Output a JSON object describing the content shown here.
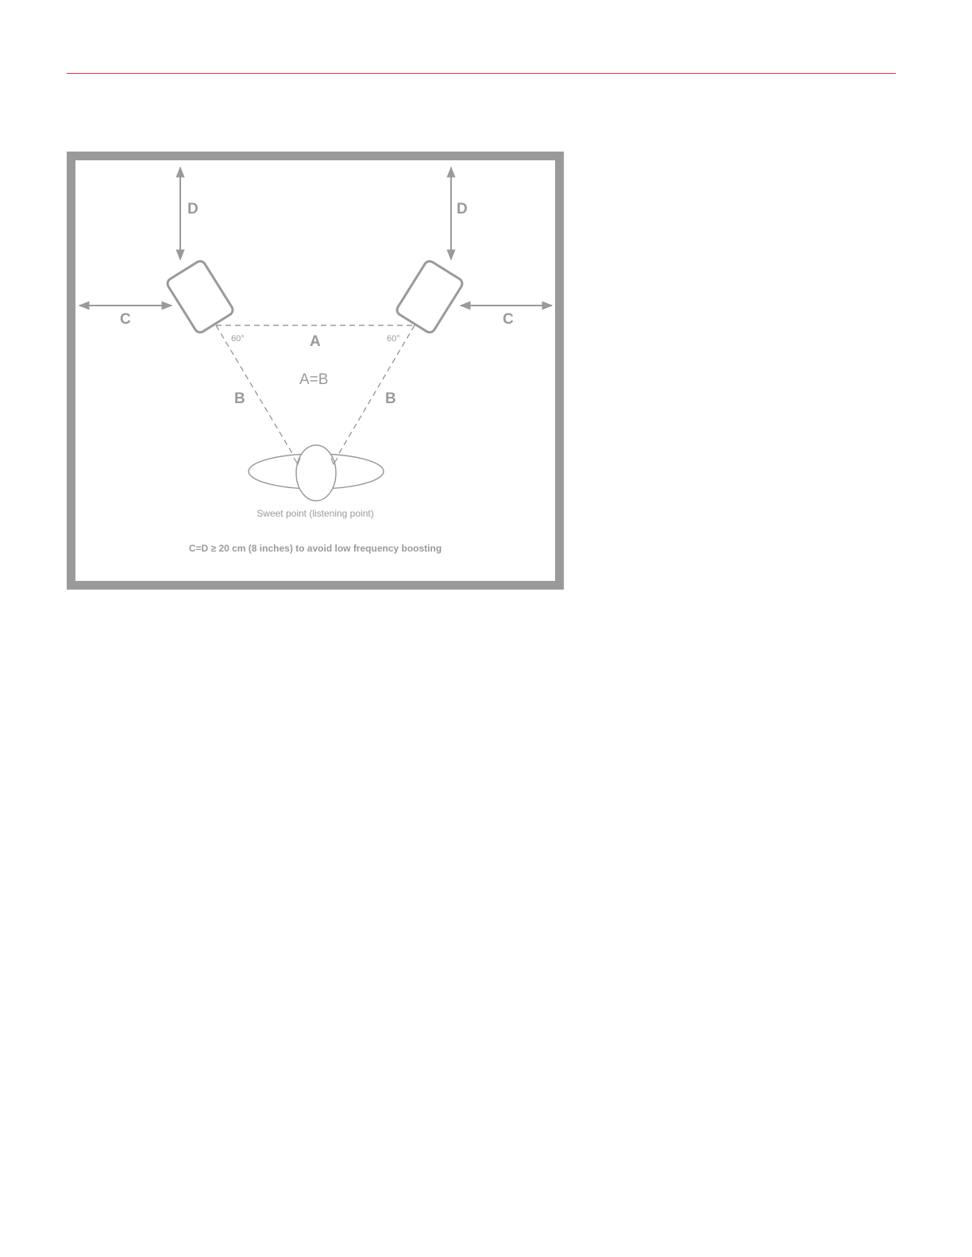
{
  "header": {
    "rule_color": "#e0353a"
  },
  "diagram": {
    "frame_color": "#9a9a9a",
    "labels": {
      "d": "D",
      "c": "C",
      "a": "A",
      "b": "B",
      "equality": "A=B",
      "angle": "60°",
      "sweet_point": "Sweet point (listening point)",
      "note": "C=D ≥ 20 cm (8 inches) to avoid low frequency boosting"
    },
    "icons": [
      "speaker-icon",
      "listener-head-icon",
      "double-arrow-icon"
    ]
  }
}
